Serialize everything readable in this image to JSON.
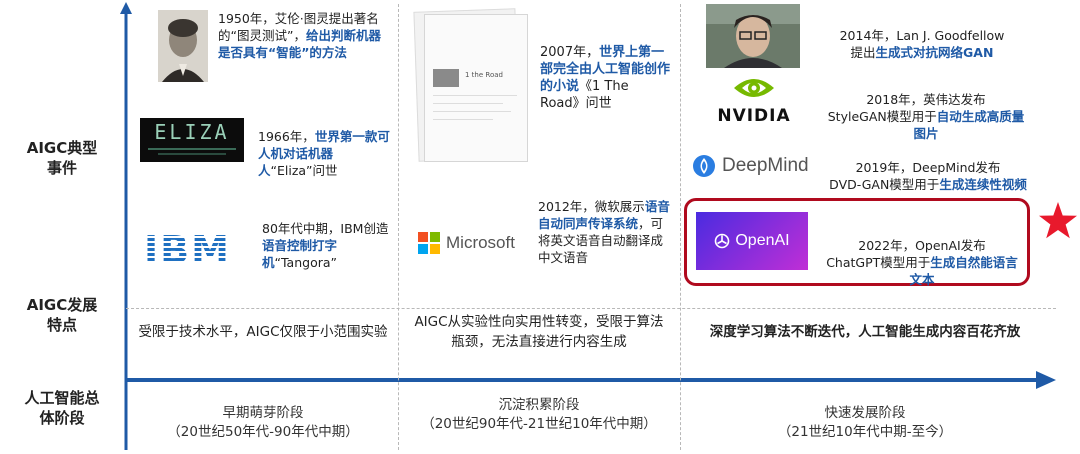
{
  "row_labels": {
    "events": "AIGC典型\n事件",
    "features": "AIGC发展\n特点",
    "stages": "人工智能总\n体阶段"
  },
  "events": {
    "turing": {
      "pre": "1950年，艾伦·图灵提出著名的“图灵测试”，",
      "hl": "给出判断机器是否具有“智能”的方法",
      "post": ""
    },
    "eliza": {
      "pre": "1966年，",
      "hl": "世界第一款可人机对话机器人",
      "post": "“Eliza”问世"
    },
    "ibm": {
      "pre": "80年代中期，IBM创造",
      "hl": "语音控制打字机",
      "post": "“Tangora”"
    },
    "road": {
      "pre": "2007年，",
      "hl": "世界上第一部完全由人工智能创作的小说",
      "post": "《1 The Road》问世"
    },
    "microsoft": {
      "pre": "2012年，微软展示",
      "hl": "语音自动同声传译系统",
      "post": "，可将英文语音自动翻译成中文语音"
    },
    "gan": {
      "pre": "2014年，Lan J. Goodfellow\n提出",
      "hl": "生成式对抗网络GAN",
      "post": ""
    },
    "stylegan": {
      "pre": "2018年，英伟达发布\nStyleGAN模型用于",
      "hl": "自动生成高质量图片",
      "post": ""
    },
    "dvdgan": {
      "pre": "2019年，DeepMind发布\nDVD-GAN模型用于",
      "hl": "生成连续性视频",
      "post": ""
    },
    "chatgpt": {
      "pre": "2022年，OpenAI发布\nChatGPT模型用于",
      "hl": "生成自然能语言文本",
      "post": ""
    }
  },
  "logos": {
    "eliza_screen": "ELIZA",
    "ibm": "IBM",
    "microsoft": "Microsoft",
    "nvidia": "NVIDIA",
    "deepmind": "DeepMind",
    "openai": "OpenAI",
    "road_book": "1 the Road"
  },
  "features": {
    "col1": "受限于技术水平，AIGC仅限于小范围实验",
    "col2": "AIGC从实验性向实用性转变，受限于算法瓶颈，无法直接进行内容生成",
    "col3": "深度学习算法不断迭代，人工智能生成内容百花齐放"
  },
  "stages": {
    "col1": "早期萌芽阶段\n（20世纪50年代-90年代中期）",
    "col2": "沉淀积累阶段\n（20世纪90年代-21世纪10年代中期）",
    "col3": "快速发展阶段\n（21世纪10年代中期-至今）"
  },
  "colors": {
    "axis": "#1f5aa6",
    "highlight_text": "#1f5aa6",
    "highlight_box": "#b00a1e",
    "star": "#e8192c",
    "nvidia_green": "#76b900",
    "ibm_blue": "#1f70c1",
    "deepmind_blue": "#2a7de1",
    "openai_gradient_start": "#4a2be0",
    "openai_gradient_end": "#c02fd6"
  }
}
